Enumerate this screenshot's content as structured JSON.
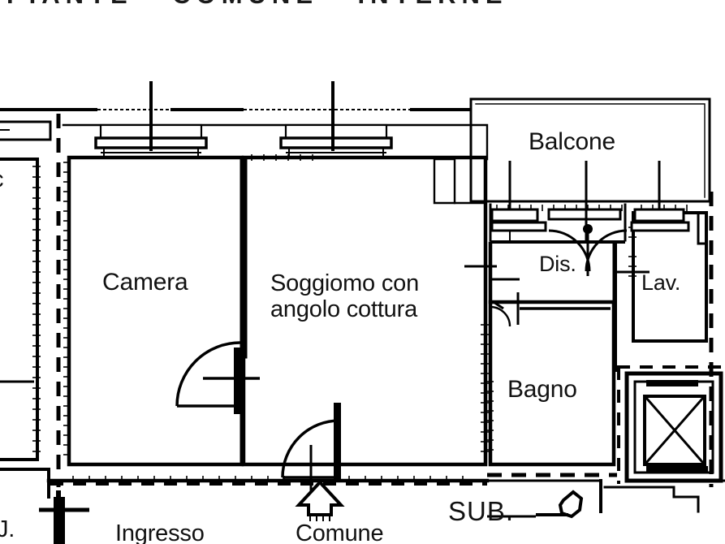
{
  "document": {
    "type": "architectural-floor-plan",
    "language": "it",
    "title_banner": "PIANTE - COMUNE - INTERNE",
    "title_note": "clipped at top edge of image"
  },
  "colors": {
    "wall": "#000000",
    "background": "#ffffff",
    "text": "#111111",
    "boundary_dash": "#000000"
  },
  "rooms": [
    {
      "id": "camera",
      "label": "Camera"
    },
    {
      "id": "soggiorno",
      "label": "Soggiomo con",
      "label_line2": "angolo cottura"
    },
    {
      "id": "balcone",
      "label": "Balcone"
    },
    {
      "id": "dis",
      "label": "Dis."
    },
    {
      "id": "lav",
      "label": "Lav."
    },
    {
      "id": "bagno",
      "label": "Bagno"
    },
    {
      "id": "ingresso",
      "label": "Ingresso"
    },
    {
      "id": "comune",
      "label": "Comune"
    },
    {
      "id": "sub",
      "label": "SUB."
    }
  ],
  "edge_fragments": {
    "bottom_left": "J.",
    "left_middle": "c"
  },
  "symbols": {
    "elevator": "elevator-x-box",
    "stair_arrow": "up-arrow-house",
    "door_swing": "quarter-arc",
    "window": "double-line-with-mullion"
  }
}
